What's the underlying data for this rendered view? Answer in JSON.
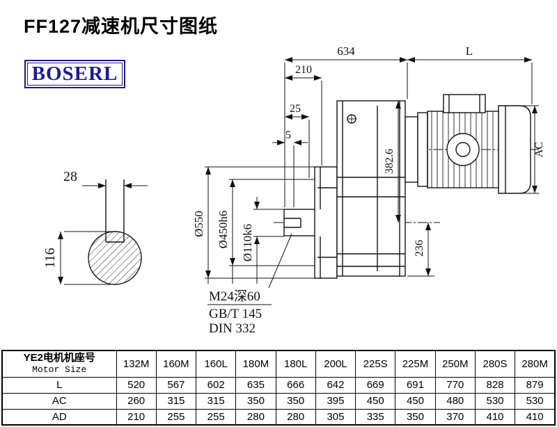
{
  "page": {
    "title": "FF127减速机尺寸图纸",
    "logo": "BOSERL"
  },
  "drawing": {
    "shaft_end_view": {
      "key_width": "28",
      "height": "116"
    },
    "dims": {
      "d634": "634",
      "dL": "L",
      "d210": "210",
      "d25": "25",
      "d5": "5",
      "dAC": "AC",
      "d550": "Ø550",
      "d450": "Ø450h6",
      "d110": "Ø110k6",
      "d382": "382.6",
      "d236": "236"
    },
    "notes": {
      "note1": "M24深60",
      "note2": "GB/T 145",
      "note3": "DIN 332"
    }
  },
  "table": {
    "header_cn": "YE2电机机座号",
    "header_en": "Motor Size",
    "columns": [
      "132M",
      "160M",
      "160L",
      "180M",
      "180L",
      "200L",
      "225S",
      "225M",
      "250M",
      "280S",
      "280M"
    ],
    "rows": [
      {
        "label": "L",
        "values": [
          520,
          567,
          602,
          635,
          666,
          642,
          669,
          691,
          770,
          828,
          879
        ]
      },
      {
        "label": "AC",
        "values": [
          260,
          315,
          315,
          350,
          350,
          395,
          450,
          450,
          480,
          530,
          530
        ]
      },
      {
        "label": "AD",
        "values": [
          210,
          255,
          255,
          280,
          280,
          305,
          335,
          350,
          370,
          410,
          410
        ]
      }
    ]
  }
}
